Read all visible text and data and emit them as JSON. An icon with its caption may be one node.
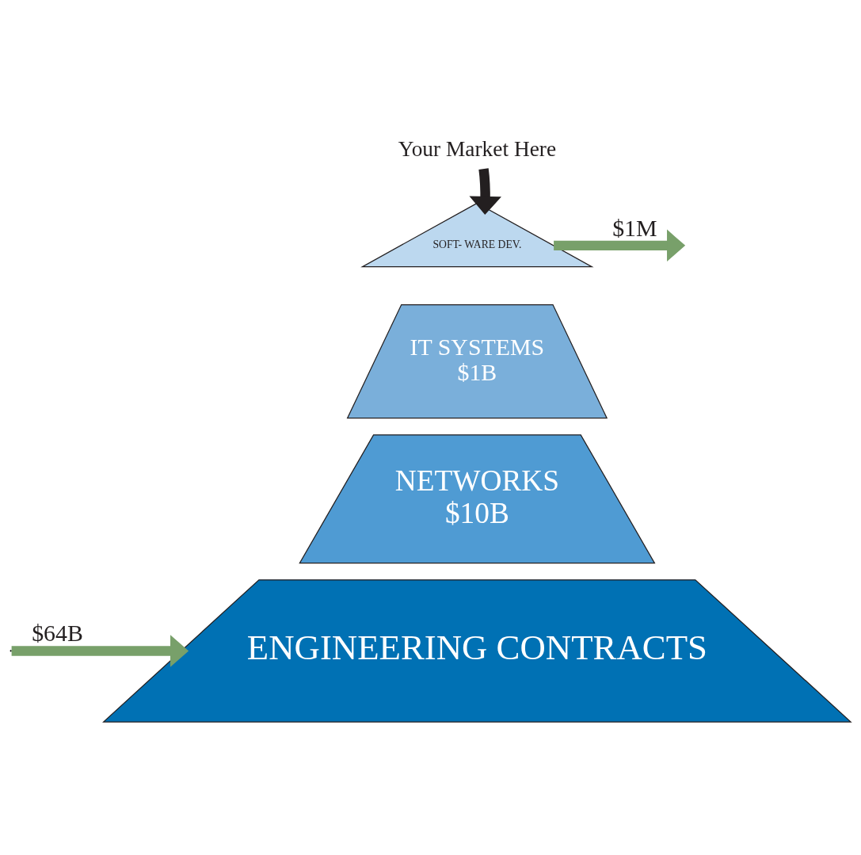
{
  "diagram": {
    "nodes": [
      {
        "text": [
          "Your Market Here"
        ]
      },
      {
        "text": [
          "SOFT- WARE DEV."
        ]
      },
      {
        "text": [
          "IT SYSTEMS",
          "$1B"
        ]
      },
      {
        "text": [
          "NETWORKS",
          "$10B"
        ]
      },
      {
        "text": [
          "ENGINEERING CONTRACTS"
        ]
      }
    ],
    "edges": [
      {
        "from": 0,
        "to": 1,
        "arrow": "to",
        "color": "#231f20"
      },
      {
        "from": 1,
        "to": null,
        "arrow": "to",
        "label": "$1M"
      },
      {
        "from": null,
        "to": 4,
        "arrow": "to",
        "label": "$64B"
      }
    ]
  }
}
